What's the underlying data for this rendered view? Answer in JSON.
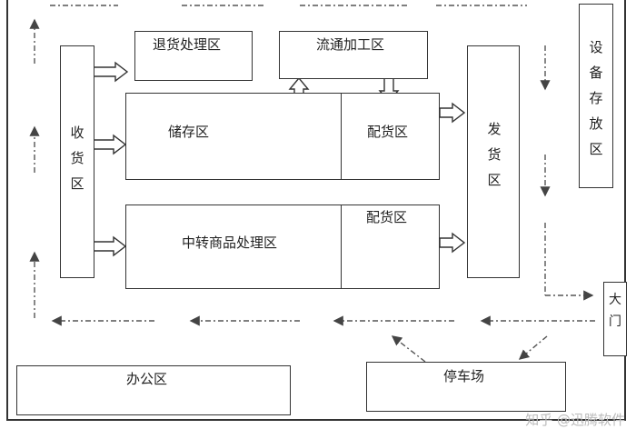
{
  "zones": {
    "receiving": "收货区",
    "returns": "退货处理区",
    "processing": "流通加工区",
    "storage": "储存区",
    "distribution_1": "配货区",
    "transfer": "中转商品处理区",
    "distribution_2": "配货区",
    "shipping": "发货区",
    "equipment": "设备存放区",
    "gate": "大门",
    "office": "办公区",
    "parking": "停车场"
  },
  "watermark": "知乎 @迅腾软件"
}
